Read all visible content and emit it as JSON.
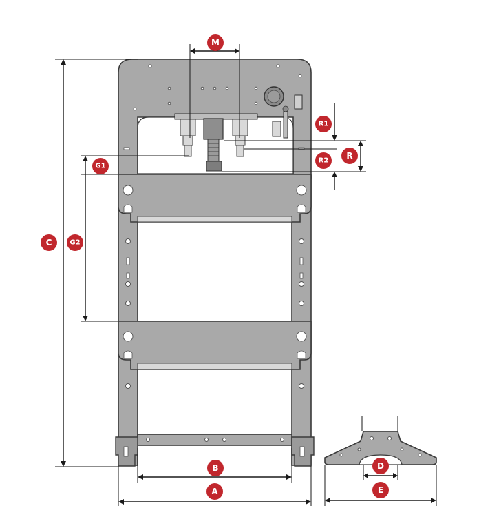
{
  "labels": {
    "M": "M",
    "R1": "R1",
    "R": "R",
    "R2": "R2",
    "G1": "G1",
    "G2": "G2",
    "C": "C",
    "B": "B",
    "A": "A",
    "D": "D",
    "E": "E"
  },
  "colors": {
    "badge": "#c1272d",
    "frame": "#a9a9a9",
    "outline": "#3a3a3a",
    "dimension_line": "#1a1a1a"
  }
}
